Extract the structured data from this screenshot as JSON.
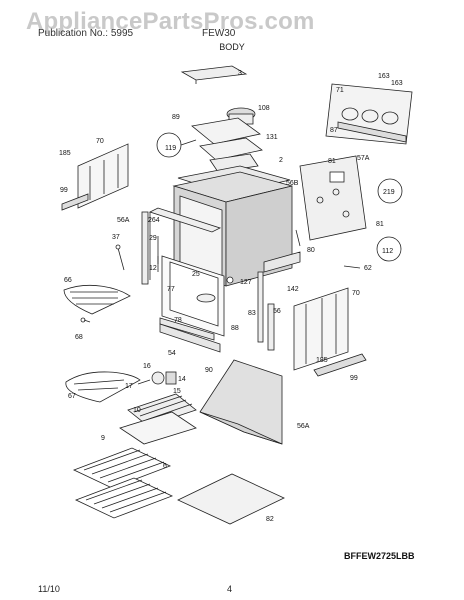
{
  "watermark": "AppliancePartsPros.com",
  "header": {
    "left_text": "Publication No.: 5995",
    "mid_text": "FEW30",
    "subtitle": "BODY"
  },
  "model_code": "BFFEW2725LBB",
  "footer": {
    "date": "11/10",
    "page": "4"
  },
  "callouts": [
    "3",
    "108",
    "89",
    "131",
    "119",
    "70",
    "185",
    "99",
    "2",
    "56B",
    "264",
    "56A",
    "37",
    "29",
    "12",
    "66",
    "68",
    "25",
    "127",
    "77",
    "78",
    "88",
    "83",
    "142",
    "56",
    "16",
    "54",
    "14",
    "15",
    "17",
    "67",
    "90",
    "10",
    "9",
    "6",
    "56A",
    "82",
    "163",
    "163",
    "71",
    "87",
    "81",
    "57A",
    "219",
    "81",
    "80",
    "112",
    "62",
    "70",
    "185",
    "99"
  ]
}
